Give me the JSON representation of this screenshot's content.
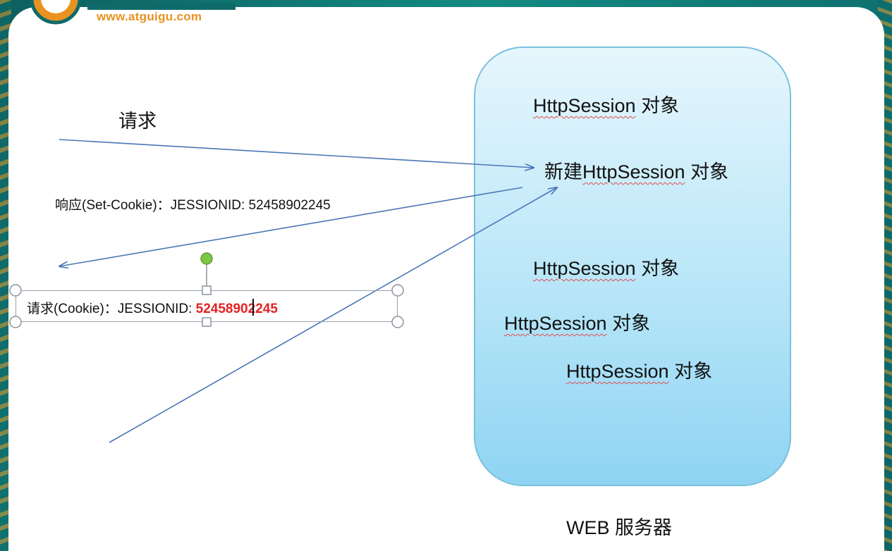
{
  "logo": {
    "text": "www.atguigu.com"
  },
  "labels": {
    "request": "请求",
    "response": "响应(Set-Cookie)：JESSIONID: 52458902245",
    "cookie_request_prefix": "请求(Cookie)：JESSIONID: ",
    "cookie_request_value": "52458902245",
    "server": "WEB 服务器"
  },
  "server_objects": [
    {
      "pre": "",
      "name": "HttpSession",
      "post": " 对象"
    },
    {
      "pre": "新建",
      "name": "HttpSession",
      "post": " 对象"
    },
    {
      "pre": "",
      "name": "HttpSession",
      "post": " 对象"
    },
    {
      "pre": "",
      "name": "HttpSession",
      "post": " 对象"
    },
    {
      "pre": "",
      "name": "HttpSession",
      "post": " 对象"
    }
  ],
  "colors": {
    "arrow": "#4a76b8",
    "server_fill_bottom": "#8fd4f3",
    "cookie_value": "#e32222",
    "accent_logo": "#e8931f"
  }
}
